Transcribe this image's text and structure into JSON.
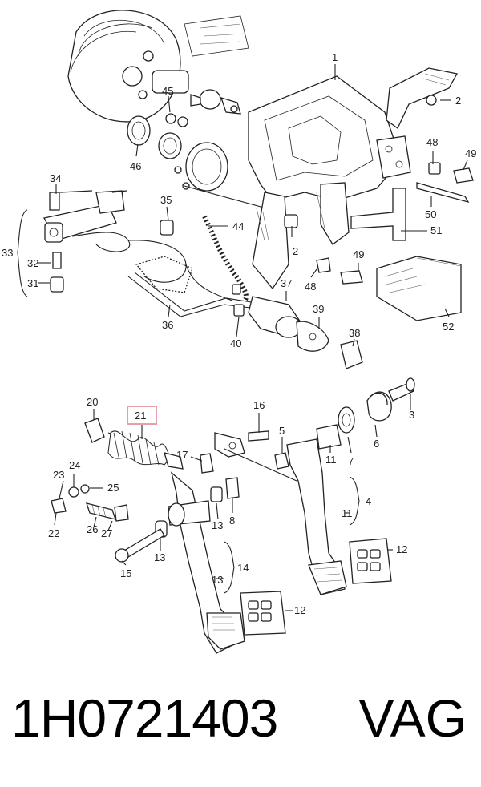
{
  "callouts": {
    "c1": "1",
    "c2a": "2",
    "c2b": "2",
    "c3": "3",
    "c4": "4",
    "c5": "5",
    "c6": "6",
    "c7": "7",
    "c8": "8",
    "c11a": "11",
    "c11b": "11",
    "c12a": "12",
    "c12b": "12",
    "c13a": "13",
    "c13b": "13",
    "c13c": "13",
    "c14": "14",
    "c15": "15",
    "c16": "16",
    "c17": "17",
    "c20": "20",
    "c21": "21",
    "c22": "22",
    "c23": "23",
    "c24": "24",
    "c25": "25",
    "c26": "26",
    "c27": "27",
    "c31": "31",
    "c32": "32",
    "c33": "33",
    "c34": "34",
    "c35": "35",
    "c36": "36",
    "c37": "37",
    "c38": "38",
    "c39": "39",
    "c40": "40",
    "c44": "44",
    "c45": "45",
    "c46": "46",
    "c48a": "48",
    "c48b": "48",
    "c49a": "49",
    "c49b": "49",
    "c50": "50",
    "c51": "51",
    "c52": "52"
  },
  "highlight": {
    "label": "21",
    "color": "#e8a0a8"
  },
  "footer": {
    "part_number": "1H0721403",
    "brand": "VAG"
  }
}
